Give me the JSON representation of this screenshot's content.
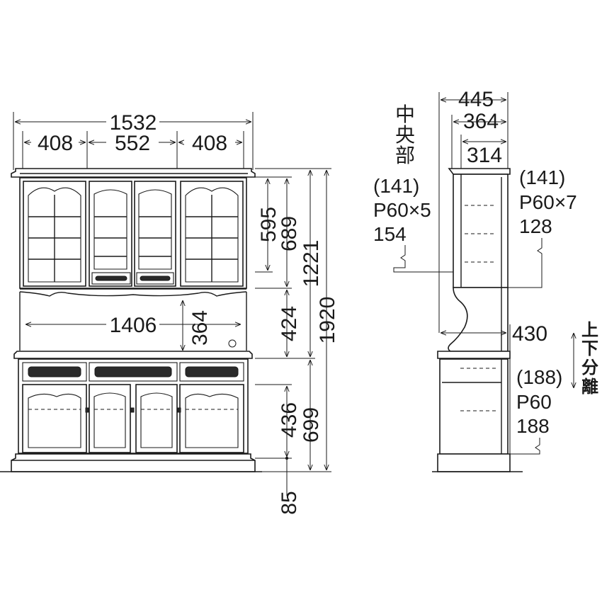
{
  "front_view": {
    "overall_width": "1532",
    "upper_widths": [
      "408",
      "552",
      "408"
    ],
    "inner_width": "1406",
    "counter_gap": "364",
    "glass_height": "595",
    "upper_door_height": "689",
    "open_height": "424",
    "upper_height": "1221",
    "total_height": "1920",
    "lower_door_height": "436",
    "lower_height": "699",
    "plinth_height": "85"
  },
  "side_view": {
    "depth_total": "445",
    "depth_upper": "364",
    "depth_inner": "314",
    "center_label": [
      "中",
      "央",
      "部"
    ],
    "center_note": [
      "(141)",
      "P60×5",
      "154"
    ],
    "side_note": [
      "(141)",
      "P60×7",
      "128"
    ],
    "counter_height": "430",
    "lower_note": [
      "(188)",
      "P60",
      "188"
    ],
    "separable_label": [
      "上",
      "下",
      "分",
      "離"
    ]
  }
}
